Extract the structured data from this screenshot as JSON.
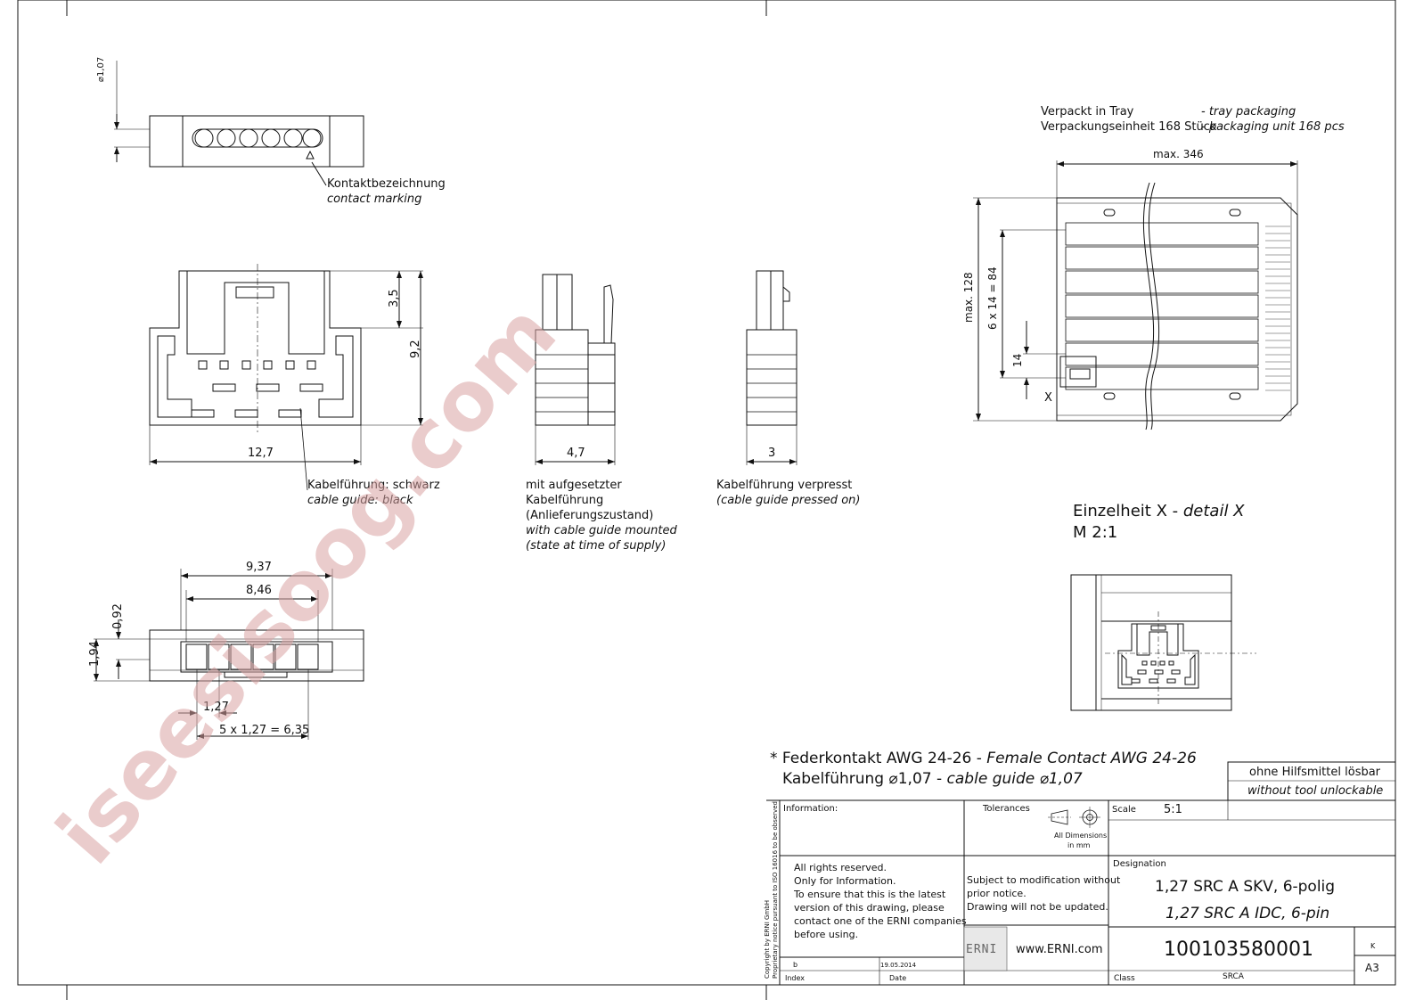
{
  "annotations": {
    "contact_marking_de": "Kontaktbezeichnung",
    "contact_marking_en": "contact marking",
    "cable_guide_black_de": "Kabelführung: schwarz",
    "cable_guide_black_en": "cable guide: black",
    "mounted_de_1": "mit aufgesetzter",
    "mounted_de_2": "Kabelführung",
    "mounted_de_3": "(Anlieferungszustand)",
    "mounted_en_1": "with cable guide mounted",
    "mounted_en_2": "(state at time of supply)",
    "pressed_de": "Kabelführung verpresst",
    "pressed_en": "(cable guide pressed on)",
    "tray_de": "Verpackt in Tray",
    "tray_en": "- tray packaging",
    "unit_de": "Verpackungseinheit 168 Stück",
    "unit_en": "- packaging unit 168 pcs",
    "detail_de": "Einzelheit X -",
    "detail_en": "detail  X",
    "detail_scale": "M 2:1",
    "detail_marker": "X",
    "female_contact_de": "* Federkontakt AWG 24-26 -",
    "female_contact_en": "Female Contact AWG 24-26",
    "cable_guide_de": "Kabelführung ⌀1,07 -",
    "cable_guide_en": "cable guide ⌀1,07"
  },
  "dimensions": {
    "d107": "⌀1,07",
    "d35": "3,5",
    "d92": "9,2",
    "d127w": "12,7",
    "d47": "4,7",
    "d3": "3",
    "d937": "9,37",
    "d846": "8,46",
    "d092": "0,92",
    "d194": "1,94",
    "d127": "1,27",
    "d635": "5 x 1,27 = 6,35",
    "max346": "max. 346",
    "max128": "max. 128",
    "d84": "6 x 14 = 84",
    "d14": "14"
  },
  "title_block": {
    "unlock_de": "ohne Hilfsmittel lösbar",
    "unlock_en": "without tool unlockable",
    "information_label": "Information:",
    "tolerances_label": "Tolerances",
    "all_dimensions": "All Dimensions",
    "in_mm": "in mm",
    "scale_label": "Scale",
    "scale_value": "5:1",
    "rights_1": "All rights reserved.",
    "rights_2": "Only for Information.",
    "rights_3": "To ensure that this is the latest",
    "rights_4": "version of this drawing, please",
    "rights_5": "contact one of the ERNI companies",
    "rights_6": "before using.",
    "subject_1": "Subject to modification without",
    "subject_2": "prior notice.",
    "subject_3": "Drawing will not be updated.",
    "designation_label": "Designation",
    "designation_de": "1,27 SRC A SKV, 6-polig",
    "designation_en": "1,27 SRC A IDC, 6-pin",
    "logo_text": "ERNI",
    "website": "www.ERNI.com",
    "part_number": "100103580001",
    "index_letter": "b",
    "index_label": "Index",
    "date_value": "19.05.2014",
    "date_label": "Date",
    "class_label": "Class",
    "class_value": "SRCA",
    "rev": "K",
    "sheet_size": "A3",
    "copyright_1": "Copyright by ERNI GmbH",
    "copyright_2": "Proprietary notice pursuant to ISO 16016 to be observed"
  },
  "watermark": "iseesisoog.com"
}
